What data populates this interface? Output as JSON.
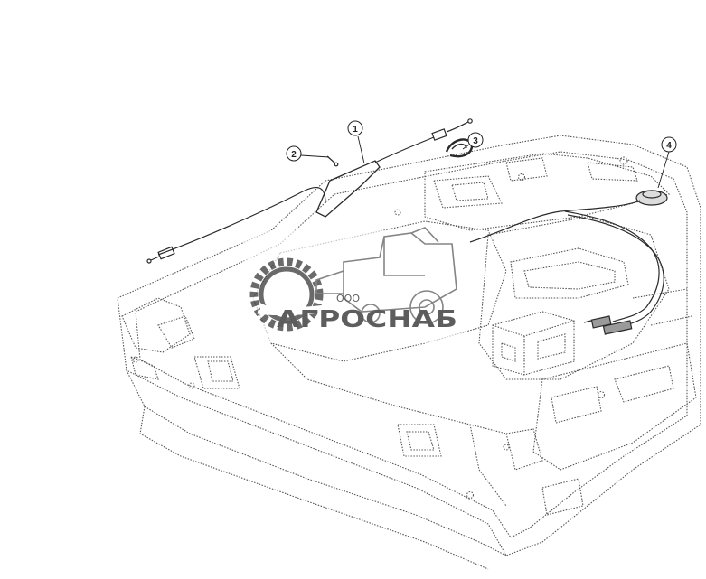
{
  "callouts": [
    {
      "id": "1",
      "label": "1"
    },
    {
      "id": "2",
      "label": "2"
    },
    {
      "id": "3",
      "label": "3"
    },
    {
      "id": "4",
      "label": "4"
    }
  ],
  "watermark": {
    "prefix": "ООО",
    "name": "АГРОСНАБ"
  },
  "colors": {
    "line": "#2a2a2a",
    "dotted": "#555555",
    "watermark": "#3a3a3a"
  }
}
